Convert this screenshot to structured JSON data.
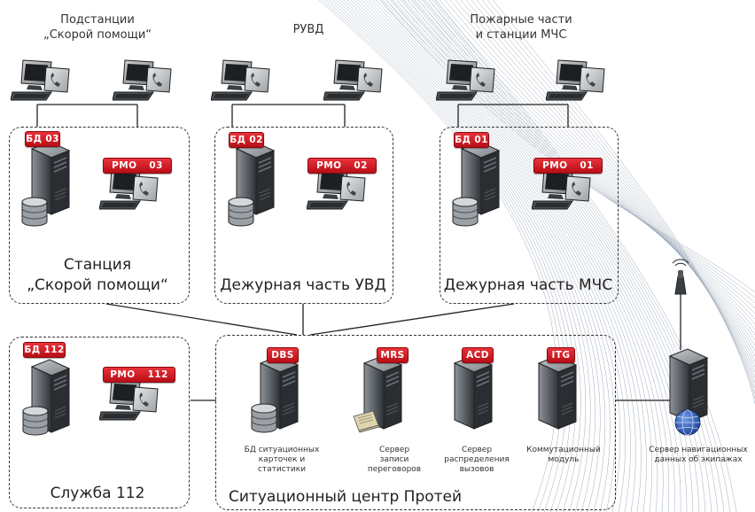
{
  "top_labels": {
    "ambulance_substations": "Подстанции\n„Скорой помощи“",
    "ruvd": "РУВД",
    "fire_stations": "Пожарные части\nи станции МЧС"
  },
  "zones": {
    "ambulance": {
      "title": "Станция\n„Скорой помощи“",
      "db_badge": "БД 03",
      "rmo_prefix": "РМО",
      "rmo_num": "03"
    },
    "uvd": {
      "title": "Дежурная часть УВД",
      "db_badge": "БД 02",
      "rmo_prefix": "РМО",
      "rmo_num": "02"
    },
    "mchs": {
      "title": "Дежурная часть МЧС",
      "db_badge": "БД 01",
      "rmo_prefix": "РМО",
      "rmo_num": "01"
    },
    "service112": {
      "title": "Служба 112",
      "db_badge": "БД 112",
      "rmo_prefix": "РМО",
      "rmo_num": "112"
    },
    "center": {
      "title": "Ситуационный центр Протей",
      "servers": [
        {
          "badge": "DBS",
          "caption": "БД ситуационных\nкарточек и\nстатистики"
        },
        {
          "badge": "MRS",
          "caption": "Сервер\nзаписи\nпереговоров"
        },
        {
          "badge": "ACD",
          "caption": "Сервер\nраспределения\nвызовов"
        },
        {
          "badge": "ITG",
          "caption": "Коммутационный\nмодуль"
        }
      ]
    }
  },
  "nav_server": {
    "caption": "Сервер навигационных\nданных об экипажах",
    "antenna_icon": "radio-antenna-icon"
  },
  "icons": {
    "workstation": "computer-phone-icon",
    "server": "tower-server-icon",
    "database": "database-cylinder-icon",
    "recordings": "document-stack-icon",
    "globe": "globe-icon"
  },
  "colors": {
    "badge_red": "#d81e28",
    "server_dark": "#2e3236",
    "line": "#222222",
    "swirl": "#8f9fb0"
  }
}
